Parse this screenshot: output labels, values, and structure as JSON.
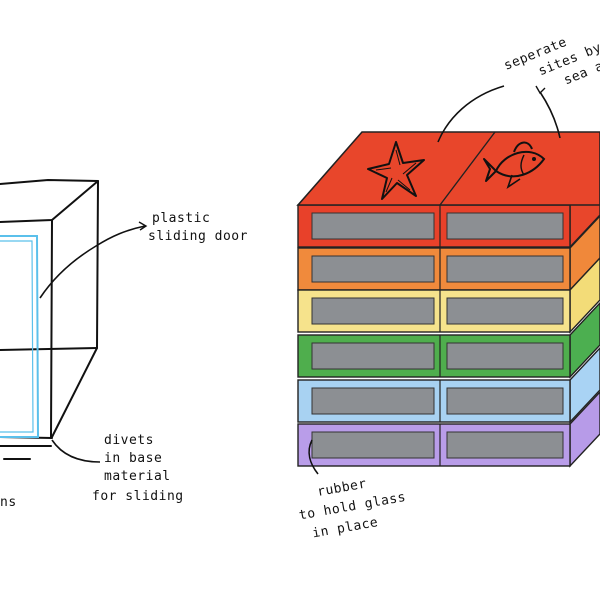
{
  "annotations": {
    "plastic_door": [
      "plastic",
      "sliding door"
    ],
    "divets": [
      "divets",
      "in base",
      "material",
      "for sliding"
    ],
    "seperate_sites": [
      "seperate",
      "sites by",
      "sea a"
    ],
    "rubber": [
      "rubber",
      "to hold glass",
      "in place"
    ],
    "cut_off_left": "ns"
  },
  "icons": {
    "top_left": "starfish-icon",
    "top_right": "fish-icon"
  },
  "colors": {
    "outline": "#111111",
    "plastic_door": "#5bc0eb",
    "tiers": [
      "#e8462b",
      "#f0883a",
      "#f3dc78",
      "#4caf50",
      "#a9d3f4",
      "#b79be8"
    ],
    "tier_fronts": [
      "#e8412a",
      "#f08a3c",
      "#f6e38c",
      "#4fae4d",
      "#a8d2f2",
      "#b99de9"
    ],
    "panel": "#8c8f93"
  }
}
